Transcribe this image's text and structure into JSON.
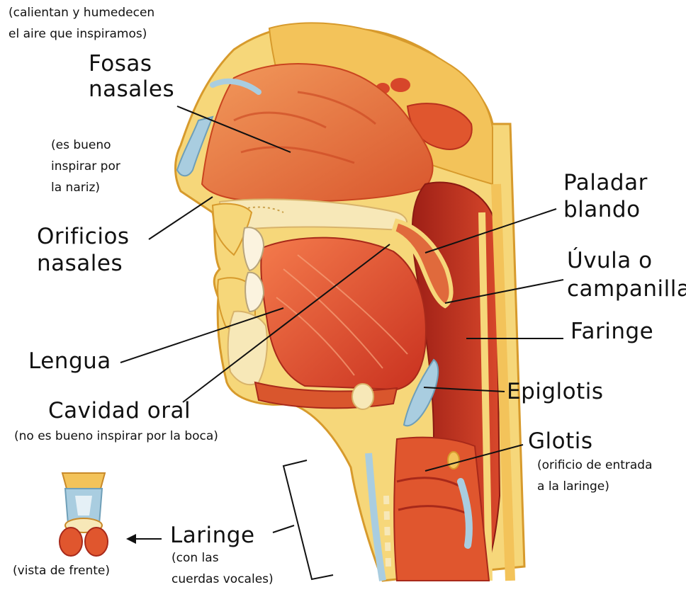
{
  "labels": {
    "note_top_1": "(calientan y humedecen",
    "note_top_2": "el aire que inspiramos)",
    "fosas_1": "Fosas",
    "fosas_2": "nasales",
    "note_nariz_1": "(es bueno",
    "note_nariz_2": "inspirar por",
    "note_nariz_3": "la nariz)",
    "orificios_1": "Orificios",
    "orificios_2": "nasales",
    "lengua": "Lengua",
    "cavidad": "Cavidad oral",
    "note_boca": "(no es bueno inspirar por la boca)",
    "paladar_1": "Paladar",
    "paladar_2": "blando",
    "uvula_1": "Úvula o",
    "uvula_2": "campanilla",
    "faringe": "Faringe",
    "epiglotis": "Epiglotis",
    "glotis": "Glotis",
    "note_glotis_1": "(orificio de entrada",
    "note_glotis_2": "a la laringe)",
    "laringe": "Laringe",
    "note_laringe_1": "(con las",
    "note_laringe_2": "cuerdas vocales)",
    "note_frente": "(vista de frente)"
  },
  "colors": {
    "skin": "#f6d77a",
    "skin_edge": "#d79a2c",
    "flesh": "#e8502f",
    "flesh_dark": "#b8241a",
    "flesh_light": "#f28a55",
    "bone": "#f7e8b8",
    "cartilage": "#a9cde0",
    "leader": "#111111"
  }
}
